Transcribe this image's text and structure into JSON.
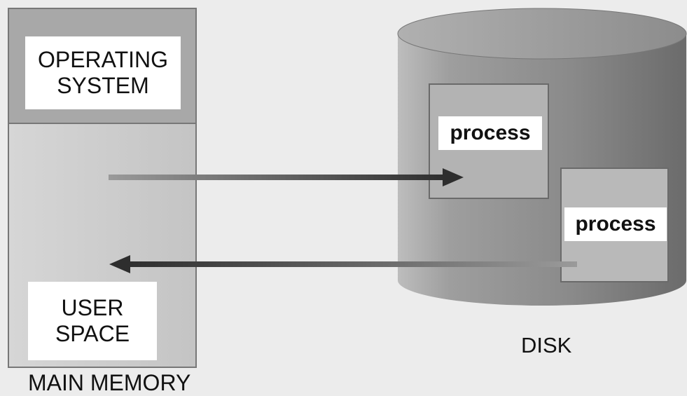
{
  "diagram": {
    "memory": {
      "os_label": "OPERATING\nSYSTEM",
      "user_label": "USER\nSPACE",
      "caption": "MAIN MEMORY"
    },
    "disk": {
      "process_top_label": "process",
      "process_bottom_label": "process",
      "caption": "DISK"
    },
    "arrows": [
      {
        "from": "main-memory",
        "to": "disk-process-top",
        "label": ""
      },
      {
        "from": "disk-process-bottom",
        "to": "main-memory",
        "label": ""
      }
    ]
  },
  "colors": {
    "background": "#ececec",
    "memory_fill": "#cfcfcf",
    "os_fill": "#a9a9a9",
    "disk_fill": "#8f8f8f",
    "arrow": "#3a3a3a",
    "label_bg": "#ffffff"
  }
}
